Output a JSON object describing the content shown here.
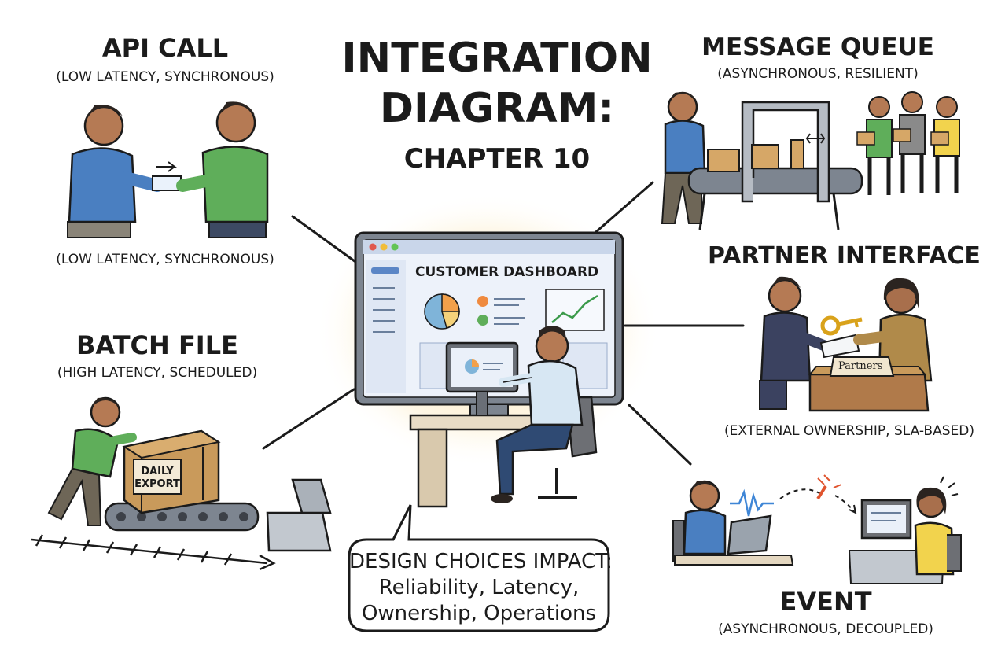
{
  "title": {
    "line1": "INTEGRATION",
    "line2": "DIAGRAM:",
    "line3": "CHAPTER 10"
  },
  "center": {
    "dashboard_title": "CUSTOMER DASHBOARD"
  },
  "patterns": {
    "api_call": {
      "title": "API CALL",
      "subtitle": "(LOW LATENCY, SYNCHRONOUS)",
      "caption": "(LOW LATENCY, SYNCHRONOUS)"
    },
    "message_queue": {
      "title": "MESSAGE QUEUE",
      "subtitle": "(ASYNCHRONOUS, RESILIENT)"
    },
    "partner_interface": {
      "title": "PARTNER INTERFACE",
      "caption": "(EXTERNAL OWNERSHIP, SLA-BASED)",
      "sign": "Partners"
    },
    "batch_file": {
      "title": "BATCH FILE",
      "subtitle": "(HIGH LATENCY, SCHEDULED)",
      "crate_line1": "DAILY",
      "crate_line2": "EXPORT"
    },
    "event": {
      "title": "EVENT",
      "subtitle": "(ASYNCHRONOUS, DECOUPLED)"
    }
  },
  "callout": {
    "line1": "DESIGN CHOICES IMPACT:",
    "line2": "Reliability, Latency,",
    "line3": "Ownership, Operations"
  },
  "colors": {
    "ink": "#1b1b1b",
    "blue_shirt": "#4a7fc1",
    "green_shirt": "#5fae5a",
    "screen": "#e9eff9",
    "glow": "#fbe7b5",
    "wood": "#c99a5b"
  }
}
